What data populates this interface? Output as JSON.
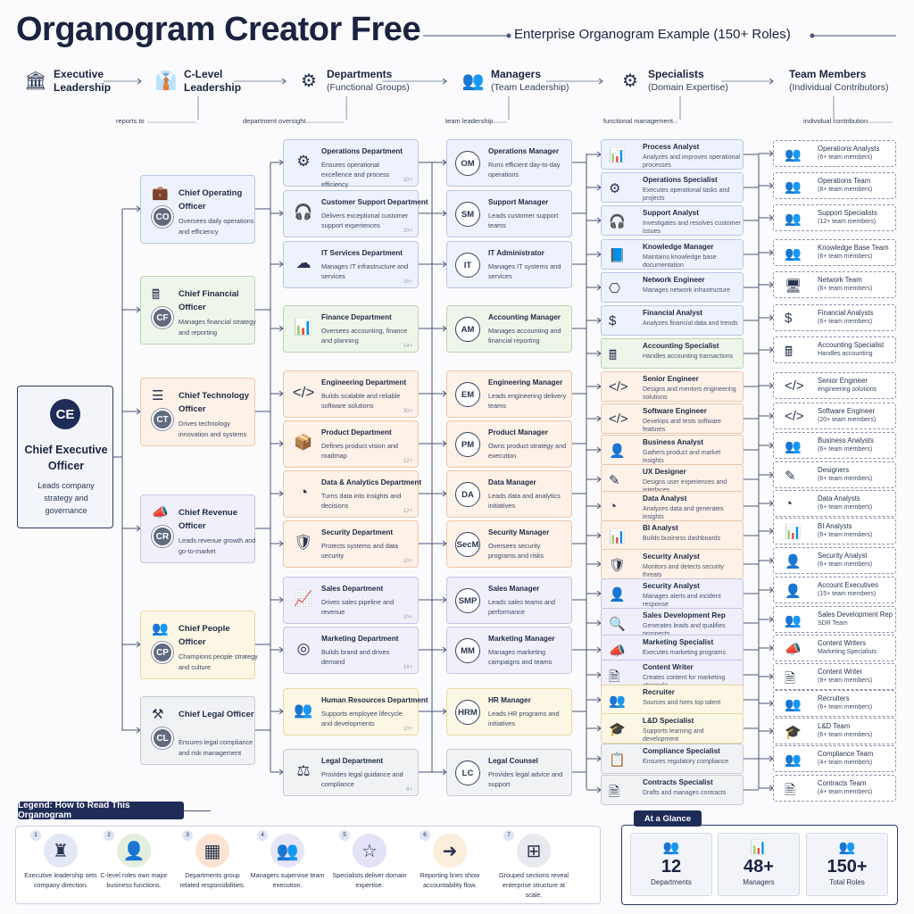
{
  "title": "Organogram Creator Free",
  "subtitle": "Enterprise Organogram Example (150+ Roles)",
  "colors": {
    "navy": "#1e2c57",
    "blue_tint": "#eef2fc",
    "green_tint": "#eef6ea",
    "orange_tint": "#fdf1e8",
    "purple_tint": "#f0effa",
    "yellow_tint": "#fcf6e4",
    "gray_tint": "#f1f2f4"
  },
  "levels": [
    {
      "title": "Executive\nLeadership",
      "subtitle": "",
      "icon": "bank-icon"
    },
    {
      "title": "C-Level\nLeadership",
      "subtitle": "",
      "icon": "executive-icon"
    },
    {
      "title": "Departments",
      "subtitle": "(Functional Groups)",
      "icon": "department-icon"
    },
    {
      "title": "Managers",
      "subtitle": "(Team Leadership)",
      "icon": "manager-icon"
    },
    {
      "title": "Specialists",
      "subtitle": "(Domain Expertise)",
      "icon": "specialist-icon"
    },
    {
      "title": "Team Members",
      "subtitle": "(Individual Contributors)",
      "icon": "team-icon"
    }
  ],
  "flow_labels": [
    "reports to",
    "department oversight",
    "team leadership",
    "functional management",
    "individual contribution"
  ],
  "ceo": {
    "initials": "CE",
    "name": "Chief Executive Officer",
    "desc": "Leads company strategy and governance"
  },
  "clevel": [
    {
      "initials": "CO",
      "name": "Chief Operating Officer",
      "desc": "Oversees daily operations and efficiency",
      "icon": "briefcase-icon"
    },
    {
      "initials": "CF",
      "name": "Chief Financial Officer",
      "desc": "Manages financial strategy and reporting",
      "icon": "calculator-icon"
    },
    {
      "initials": "CT",
      "name": "Chief Technology Officer",
      "desc": "Drives technology innovation and systems",
      "icon": "server-icon"
    },
    {
      "initials": "CR",
      "name": "Chief Revenue Officer",
      "desc": "Leads revenue growth and go-to-market",
      "icon": "megaphone-icon"
    },
    {
      "initials": "CP",
      "name": "Chief People Officer",
      "desc": "Champions people strategy and culture",
      "icon": "people-icon"
    },
    {
      "initials": "CL",
      "name": "Chief Legal Officer",
      "desc": "Ensures legal compliance and risk management",
      "icon": "gavel-icon"
    }
  ],
  "departments": [
    {
      "name": "Operations Department",
      "desc": "Ensures operational excellence and process efficiency",
      "count": "10+",
      "icon": "gear-icon"
    },
    {
      "name": "Customer Support Department",
      "desc": "Delivers exceptional customer support experiences",
      "count": "20+",
      "icon": "headset-icon"
    },
    {
      "name": "IT Services Department",
      "desc": "Manages IT infrastructure and services",
      "count": "16+",
      "icon": "cloud-icon"
    },
    {
      "name": "Finance Department",
      "desc": "Oversees accounting, finance and planning",
      "count": "14+",
      "icon": "bar-chart-icon"
    },
    {
      "name": "Engineering Department",
      "desc": "Builds scalable and reliable software solutions",
      "count": "30+",
      "icon": "code-icon"
    },
    {
      "name": "Product Department",
      "desc": "Defines product vision and roadmap",
      "count": "12+",
      "icon": "box-icon"
    },
    {
      "name": "Data & Analytics Department",
      "desc": "Turns data into insights and decisions",
      "count": "12+",
      "icon": "pie-chart-icon"
    },
    {
      "name": "Security Department",
      "desc": "Protects systems and data security",
      "count": "10+",
      "icon": "shield-icon"
    },
    {
      "name": "Sales Department",
      "desc": "Drives sales pipeline and revenue",
      "count": "20+",
      "icon": "trend-icon"
    },
    {
      "name": "Marketing Department",
      "desc": "Builds brand and drives demand",
      "count": "16+",
      "icon": "target-icon"
    },
    {
      "name": "Human Resources Department",
      "desc": "Supports employee lifecycle and developments",
      "count": "10+",
      "icon": "people-icon"
    },
    {
      "name": "Legal Department",
      "desc": "Provides legal guidance and compliance",
      "count": "8+",
      "icon": "scales-icon"
    }
  ],
  "managers": [
    {
      "abbr": "OM",
      "name": "Operations Manager",
      "desc": "Runs efficient day-to-day operations"
    },
    {
      "abbr": "SM",
      "name": "Support Manager",
      "desc": "Leads customer support teams"
    },
    {
      "abbr": "IT",
      "name": "IT Administrator",
      "desc": "Manages IT systems and services"
    },
    {
      "abbr": "AM",
      "name": "Accounting Manager",
      "desc": "Manages accounting and financial reporting"
    },
    {
      "abbr": "EM",
      "name": "Engineering Manager",
      "desc": "Leads engineering delivery teams"
    },
    {
      "abbr": "PM",
      "name": "Product Manager",
      "desc": "Owns product strategy and execution"
    },
    {
      "abbr": "DA",
      "name": "Data Manager",
      "desc": "Leads data and analytics initiatives"
    },
    {
      "abbr": "SecM",
      "name": "Security Manager",
      "desc": "Oversees security programs and risks"
    },
    {
      "abbr": "SMP",
      "name": "Sales Manager",
      "desc": "Leads sales teams and performance"
    },
    {
      "abbr": "MM",
      "name": "Marketing Manager",
      "desc": "Manages marketing campaigns and teams"
    },
    {
      "abbr": "HRM",
      "name": "HR Manager",
      "desc": "Leads HR programs and initiatives"
    },
    {
      "abbr": "LC",
      "name": "Legal Counsel",
      "desc": "Provides legal advice and support"
    }
  ],
  "specialists": [
    {
      "name": "Process Analyst",
      "desc": "Analyzes and improves operational processes",
      "icon": "chart-icon"
    },
    {
      "name": "Operations Specialist",
      "desc": "Executes operational tasks and projects",
      "icon": "gear-icon"
    },
    {
      "name": "Support Analyst",
      "desc": "Investigates and resolves customer issues",
      "icon": "headset-icon"
    },
    {
      "name": "Knowledge Manager",
      "desc": "Maintains knowledge base documentation",
      "icon": "book-icon"
    },
    {
      "name": "Network Engineer",
      "desc": "Manages network infrastructure",
      "icon": "network-icon"
    },
    {
      "name": "Financial Analyst",
      "desc": "Analyzes financial data and trends",
      "icon": "dollar-icon"
    },
    {
      "name": "Accounting Specialist",
      "desc": "Handles accounting transactions",
      "icon": "calculator-icon"
    },
    {
      "name": "Senior Engineer",
      "desc": "Designs and mentors engineering solutions",
      "icon": "code-icon"
    },
    {
      "name": "Software Engineer",
      "desc": "Develops and tests software features",
      "icon": "code-icon"
    },
    {
      "name": "Business Analyst",
      "desc": "Gathers product and market insights",
      "icon": "person-icon"
    },
    {
      "name": "UX Designer",
      "desc": "Designs user experiences and interfaces",
      "icon": "pencil-icon"
    },
    {
      "name": "Data Analyst",
      "desc": "Analyzes data and generates insights",
      "icon": "pie-chart-icon"
    },
    {
      "name": "BI Analyst",
      "desc": "Builds business dashboards",
      "icon": "bar-chart-icon"
    },
    {
      "name": "Security Analyst",
      "desc": "Monitors and detects security threats",
      "icon": "shield-icon"
    },
    {
      "name": "Security Analyst",
      "desc": "Manages alerts and incident response",
      "icon": "person-icon"
    },
    {
      "name": "Sales Development Rep",
      "desc": "Generates leads and qualifies prospects",
      "icon": "search-person-icon"
    },
    {
      "name": "Marketing Specialist",
      "desc": "Executes marketing programs",
      "icon": "megaphone-icon"
    },
    {
      "name": "Content Writer",
      "desc": "Creates content for marketing channels",
      "icon": "document-icon"
    },
    {
      "name": "Recruiter",
      "desc": "Sources and hires top talent",
      "icon": "people-icon"
    },
    {
      "name": "L&D Specialist",
      "desc": "Supports learning and development",
      "icon": "graduation-icon"
    },
    {
      "name": "Compliance Specialist",
      "desc": "Ensures regulatory compliance",
      "icon": "clipboard-icon"
    },
    {
      "name": "Contracts Specialist",
      "desc": "Drafts and manages contracts",
      "icon": "document-icon"
    }
  ],
  "teams": [
    {
      "name": "Operations Analysts",
      "desc": "(6+ team members)",
      "icon": "people-icon"
    },
    {
      "name": "Operations Team",
      "desc": "(8+ team members)",
      "icon": "people-icon"
    },
    {
      "name": "Support Specialists",
      "desc": "(12+ team members)",
      "icon": "people-icon"
    },
    {
      "name": "Knowledge Base Team",
      "desc": "(6+ team members)",
      "icon": "people-icon"
    },
    {
      "name": "Network Team",
      "desc": "(6+ team members)",
      "icon": "monitor-icon"
    },
    {
      "name": "Financial Analysts",
      "desc": "(6+ team members)",
      "icon": "dollar-icon"
    },
    {
      "name": "Accounting Specialist",
      "desc": "Handles accounting",
      "icon": "calculator-icon"
    },
    {
      "name": "Senior Engineer",
      "desc": "engineering solutions",
      "icon": "code-icon"
    },
    {
      "name": "Software Engineer",
      "desc": "(20+ team members)",
      "icon": "code-icon"
    },
    {
      "name": "Business Analysts",
      "desc": "(6+ team members)",
      "icon": "people-icon"
    },
    {
      "name": "Designers",
      "desc": "(6+ team members)",
      "icon": "pencil-icon"
    },
    {
      "name": "Data Analysts",
      "desc": "(6+ team members)",
      "icon": "pie-chart-icon"
    },
    {
      "name": "BI Analysts",
      "desc": "(6+ team members)",
      "icon": "bar-chart-icon"
    },
    {
      "name": "Security Analyst",
      "desc": "(6+ team members)",
      "icon": "person-icon"
    },
    {
      "name": "Account Executives",
      "desc": "(15+ team members)",
      "icon": "person-icon"
    },
    {
      "name": "Sales Development Rep",
      "desc": "SDR Team",
      "icon": "people-icon"
    },
    {
      "name": "Content Writers",
      "desc": "Marketing Specialists",
      "icon": "megaphone-icon"
    },
    {
      "name": "Content Writer",
      "desc": "(8+ team members)",
      "icon": "document-icon"
    },
    {
      "name": "Recruiters",
      "desc": "(6+ team members)",
      "icon": "people-icon"
    },
    {
      "name": "L&D Team",
      "desc": "(6+ team members)",
      "icon": "graduation-icon"
    },
    {
      "name": "Compliance Team",
      "desc": "(4+ team members)",
      "icon": "people-icon"
    },
    {
      "name": "Contracts Team",
      "desc": "(4+ team members)",
      "icon": "document-icon"
    }
  ],
  "legend": {
    "title": "Legend: How to Read This Organogram",
    "items": [
      {
        "n": "1",
        "text": "Executive leadership sets company direction.",
        "icon": "chess-king-icon"
      },
      {
        "n": "2",
        "text": "C-level roles own major business functions.",
        "icon": "org-icon"
      },
      {
        "n": "3",
        "text": "Departments group related responsibilities.",
        "icon": "blocks-icon"
      },
      {
        "n": "4",
        "text": "Managers supervise team execution.",
        "icon": "people-icon"
      },
      {
        "n": "5",
        "text": "Specialists deliver domain expertise.",
        "icon": "star-icon"
      },
      {
        "n": "6",
        "text": "Reporting lines show accountability flow.",
        "icon": "arrow-icon"
      },
      {
        "n": "7",
        "text": "Grouped sections reveal enterprise structure at scale.",
        "icon": "hierarchy-icon"
      }
    ]
  },
  "glance": {
    "title": "At a Glance",
    "items": [
      {
        "value": "12",
        "label": "Departments",
        "icon": "people-icon"
      },
      {
        "value": "48+",
        "label": "Managers",
        "icon": "bar-chart-icon"
      },
      {
        "value": "150+",
        "label": "Total Roles",
        "icon": "people-icon"
      }
    ]
  }
}
